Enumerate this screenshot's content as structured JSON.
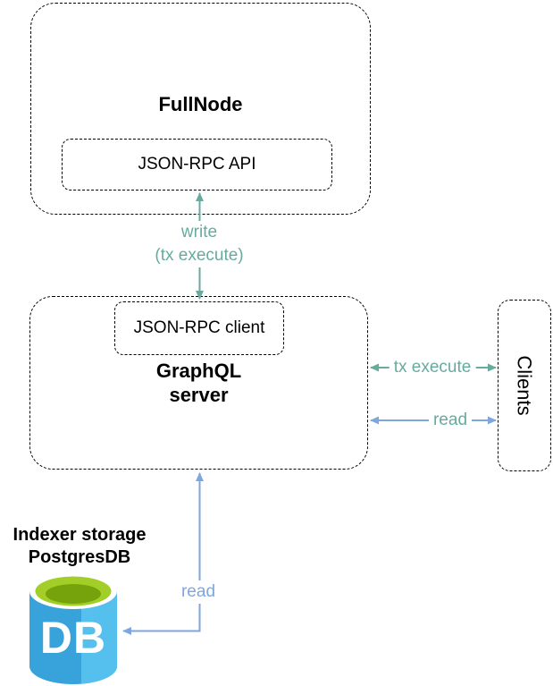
{
  "diagram": {
    "nodes": {
      "fullnode": {
        "label": "FullNode"
      },
      "json_rpc_api": {
        "label": "JSON-RPC API"
      },
      "graphql_server": {
        "line1": "GraphQL",
        "line2": "server"
      },
      "json_rpc_client": {
        "label": "JSON-RPC client"
      },
      "clients": {
        "label": "Clients"
      },
      "indexer_storage": {
        "line1": "Indexer storage",
        "line2": "PostgresDB"
      },
      "db": {
        "label": "DB"
      }
    },
    "edges": {
      "write": {
        "line1": "write",
        "line2": "(tx execute)",
        "color": "#67AB9F",
        "direction": "bidirectional",
        "from": "JSON-RPC API",
        "to": "JSON-RPC client"
      },
      "tx_execute": {
        "label": "tx execute",
        "color": "#67AB9F",
        "label_color": "#67AB9F",
        "direction": "bidirectional",
        "from": "GraphQL server",
        "to": "Clients"
      },
      "read_clients": {
        "label": "read",
        "color": "#7EA6E0",
        "label_color": "#67AB9F",
        "direction": "bidirectional",
        "from": "GraphQL server",
        "to": "Clients"
      },
      "read_db": {
        "label": "read",
        "color": "#7EA6E0",
        "direction": "one-way-elbow",
        "from": "GraphQL server",
        "to": "Indexer storage PostgresDB"
      }
    },
    "colors": {
      "edge_teal": "#67AB9F",
      "edge_blue": "#7EA6E0",
      "box_border": "#000000",
      "background": "#FFFFFF",
      "db_blue_dark": "#37A3DA",
      "db_blue_light": "#55BFEE",
      "db_green": "#A2CE27",
      "db_green_dark": "#76A30B"
    }
  }
}
